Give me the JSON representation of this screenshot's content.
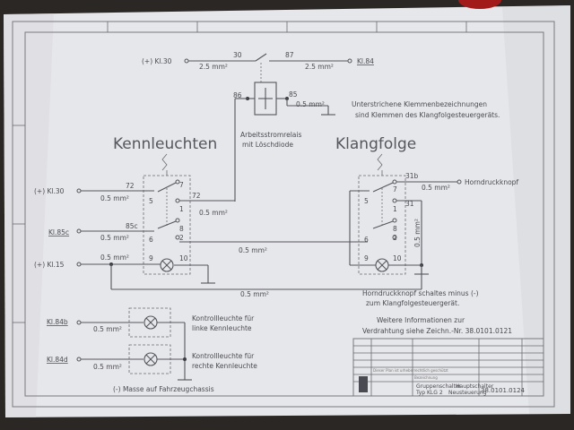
{
  "colors": {
    "paper": "#e8e9ec",
    "ink": "#55565e",
    "background": "#2b2724"
  },
  "top": {
    "source_label": "(+) Kl.30",
    "source_wire": "2.5 mm²",
    "pin_30": "30",
    "pin_87": "87",
    "out_wire": "2.5 mm²",
    "out_label": "Kl.84",
    "pin_86": "86",
    "pin_85": "85",
    "ground_wire": "0.5 mm²",
    "relay_caption_1": "Arbeitsstromrelais",
    "relay_caption_2": "mit Löschdiode"
  },
  "note_terminals": {
    "line1": "Unterstrichene Klemmenbezeichnungen",
    "line2": "sind Klemmen des Klangfolgesteuergeräts."
  },
  "kennleuchten": {
    "title": "Kennleuchten",
    "pins": [
      "7",
      "5",
      "1",
      "8",
      "6",
      "2",
      "9",
      "10"
    ],
    "wire_72a": "72",
    "wire_72b": "72",
    "wire_85c": "85c"
  },
  "klangfolge": {
    "title": "Klangfolge",
    "pin_31b": "31b",
    "pin_31": "31",
    "pins": [
      "7",
      "5",
      "1",
      "8",
      "6",
      "2",
      "9",
      "10"
    ],
    "horn_label": "Horndruckknopf",
    "horn_wire": "0.5 mm²",
    "vertical_wire": "0.5 mm²"
  },
  "left_inputs": {
    "kl30": "(+) Kl.30",
    "kl85c": "Kl.85c",
    "kl15": "(+) Kl.15",
    "wire": "0.5 mm²"
  },
  "mid_wires": {
    "w1": "0.5 mm²",
    "w2": "0.5 mm²",
    "w3": "0.5 mm²",
    "w4": "0.5 mm²",
    "w5": "0.5 mm²",
    "w6": "0.5 mm²"
  },
  "control_lamps": {
    "kl84b": "Kl.84b",
    "kl84d": "Kl.84d",
    "wire": "0.5 mm²",
    "left_1": "Kontrollleuchte für",
    "left_2": "linke Kennleuchte",
    "right_1": "Kontrollleuchte für",
    "right_2": "rechte Kennleuchte",
    "ground_note": "(-) Masse auf Fahrzeugchassis"
  },
  "notes": {
    "horn_1": "Horndruckknopf schaltes minus (-)",
    "horn_2": "zum Klangfolgesteuergerät.",
    "info_1": "Weitere Informationen zur",
    "info_2": "Verdrahtung siehe Zeichn.-Nr. 38.0101.0121"
  },
  "title_block": {
    "title_1": "Gruppenschalter",
    "title_2": "Typ KLG 2",
    "title_3": "Hauptschalter",
    "title_4": "Neusteuerung",
    "drawing_no": "38.0101.0124",
    "small_1": "Dieser Plan ist urheberrechtlich geschützt",
    "small_2": "Bezeichnung"
  }
}
